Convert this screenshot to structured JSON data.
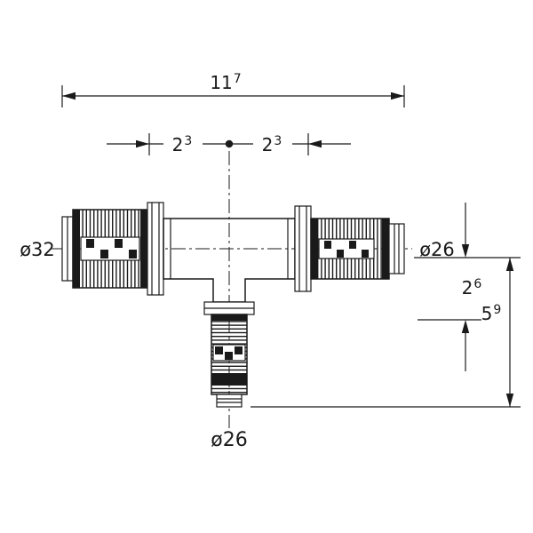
{
  "drawing": {
    "kind": "press-fitting-tee-dimension-drawing",
    "labels": {
      "overall_length": {
        "value": "11",
        "sup": "7"
      },
      "left_offset": {
        "value": "2",
        "sup": "3"
      },
      "right_offset": {
        "value": "2",
        "sup": "3"
      },
      "branch_upper": {
        "value": "2",
        "sup": "6"
      },
      "branch_total": {
        "value": "5",
        "sup": "9"
      },
      "left_diameter": "ø32",
      "right_diameter": "ø26",
      "bottom_diameter": "ø26"
    },
    "colors": {
      "line": "#1a1a1a",
      "background": "#ffffff"
    }
  }
}
